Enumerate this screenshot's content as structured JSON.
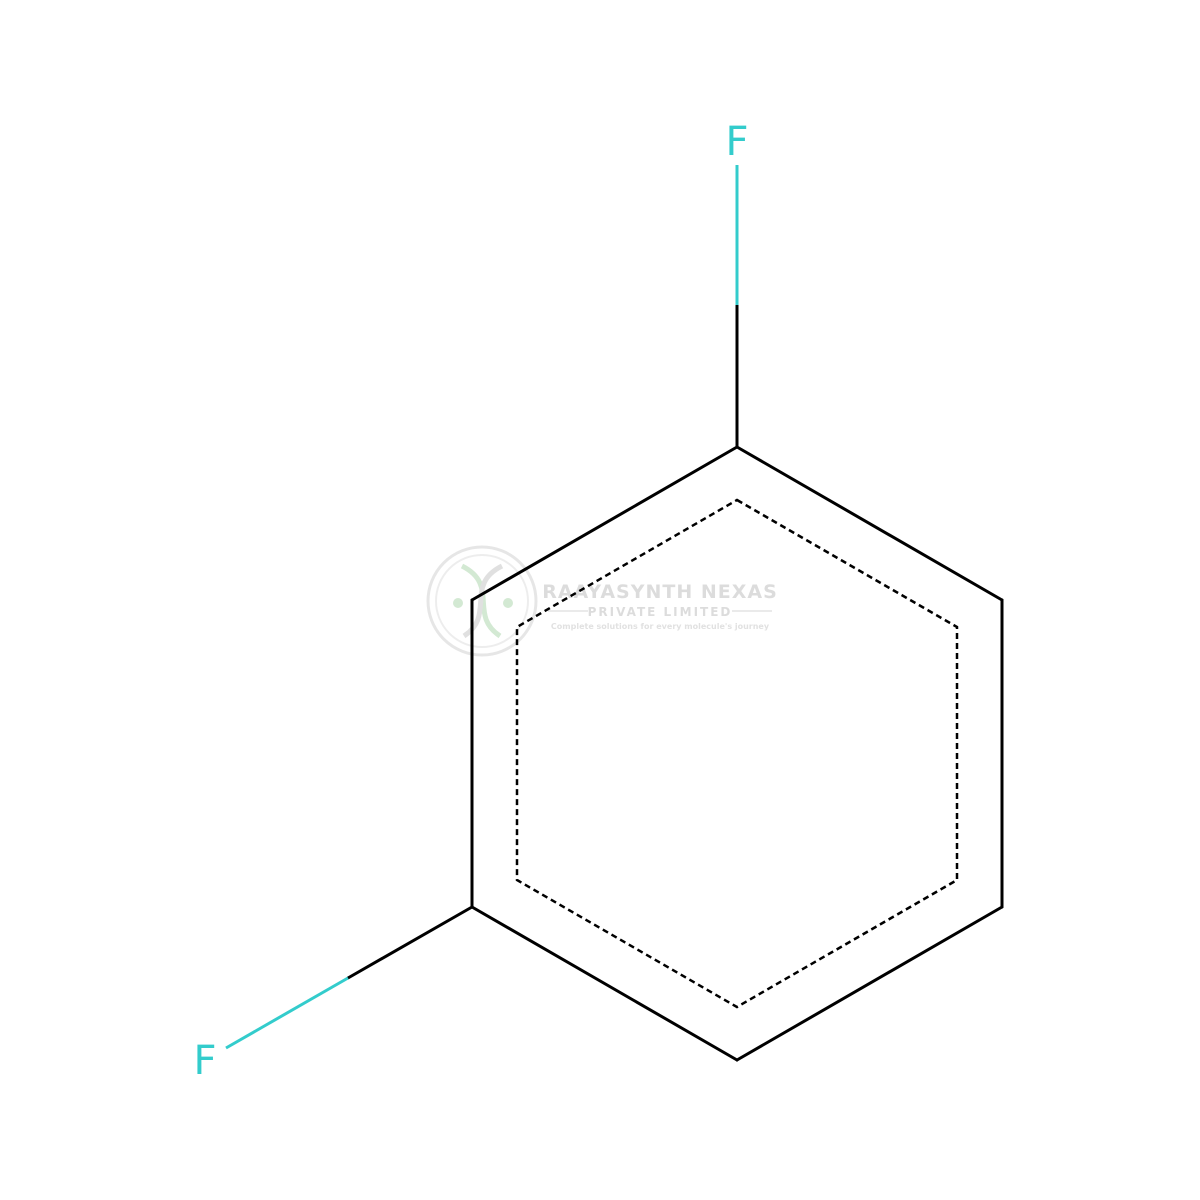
{
  "molecule": {
    "atoms": [
      {
        "symbol": "F"
      },
      {
        "symbol": "F"
      }
    ],
    "colors": {
      "bond": "#000000",
      "fluorine": "#33CCCC"
    }
  },
  "watermark": {
    "title": "RAAYASYNTH NEXAS",
    "subtitle": "PRIVATE LIMITED",
    "tagline": "Complete solutions for every molecule's journey",
    "color": "#dcdcdc",
    "icon_accent": "#c9e6c9"
  }
}
